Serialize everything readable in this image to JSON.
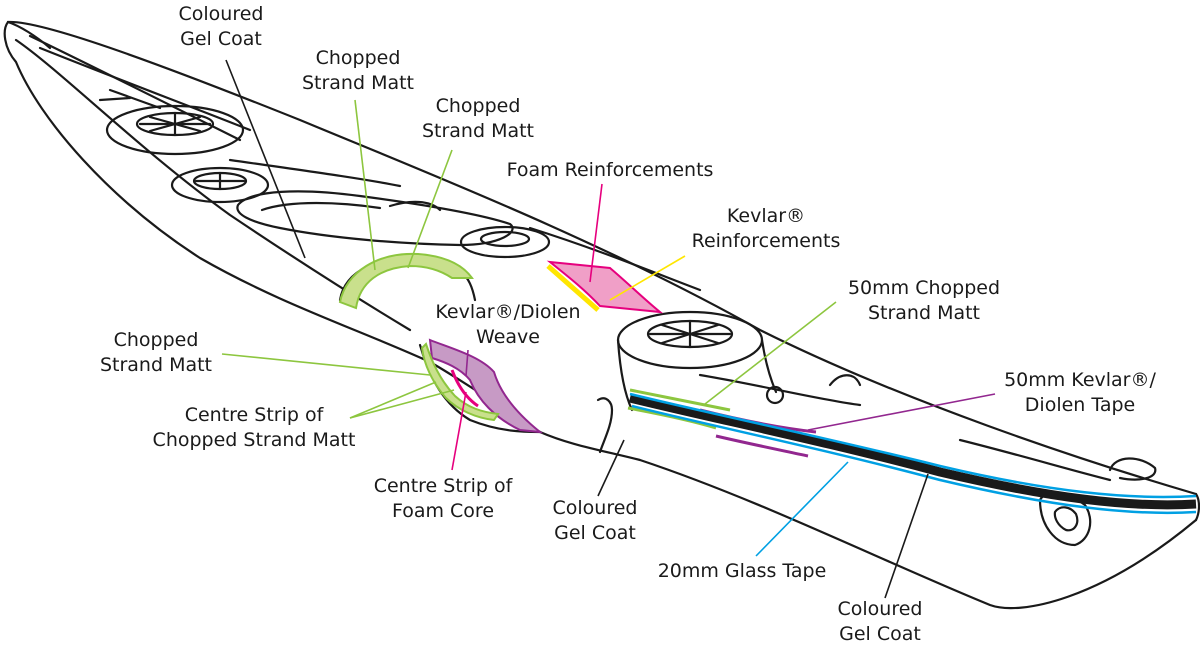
{
  "colors": {
    "outline": "#1a1a1a",
    "chopped_strand_matt": "#8dc63f",
    "chopped_strand_matt_fill": "#c9e08c",
    "kevlar_diolen_weave": "#92278f",
    "kevlar_diolen_weave_fill": "#c79ac5",
    "foam_reinforcement": "#e6007e",
    "foam_reinforcement_fill": "#f09fc7",
    "kevlar_reinforcement": "#ffe600",
    "glass_tape": "#00a0e3",
    "centre_strip_foam_core": "#e6007e"
  },
  "labels": {
    "gel_coat_top": [
      "Coloured",
      "Gel Coat"
    ],
    "csm_1": [
      "Chopped",
      "Strand Matt"
    ],
    "csm_2": [
      "Chopped",
      "Strand Matt"
    ],
    "foam_reinforcements": [
      "Foam Reinforcements"
    ],
    "kevlar_reinforcements": [
      "Kevlar®",
      "Reinforcements"
    ],
    "csm_50mm": [
      "50mm Chopped",
      "Strand Matt"
    ],
    "kevlar_diolen_weave": [
      "Kevlar®/Diolen",
      "Weave"
    ],
    "csm_left": [
      "Chopped",
      "Strand Matt"
    ],
    "kevlar_tape_50mm": [
      "50mm Kevlar®/",
      "Diolen Tape"
    ],
    "centre_strip_csm": [
      "Centre Strip of",
      "Chopped Strand Matt"
    ],
    "centre_strip_foam": [
      "Centre Strip of",
      "Foam Core"
    ],
    "gel_coat_mid": [
      "Coloured",
      "Gel Coat"
    ],
    "glass_tape_20mm": [
      "20mm Glass Tape"
    ],
    "gel_coat_bottom": [
      "Coloured",
      "Gel Coat"
    ]
  }
}
